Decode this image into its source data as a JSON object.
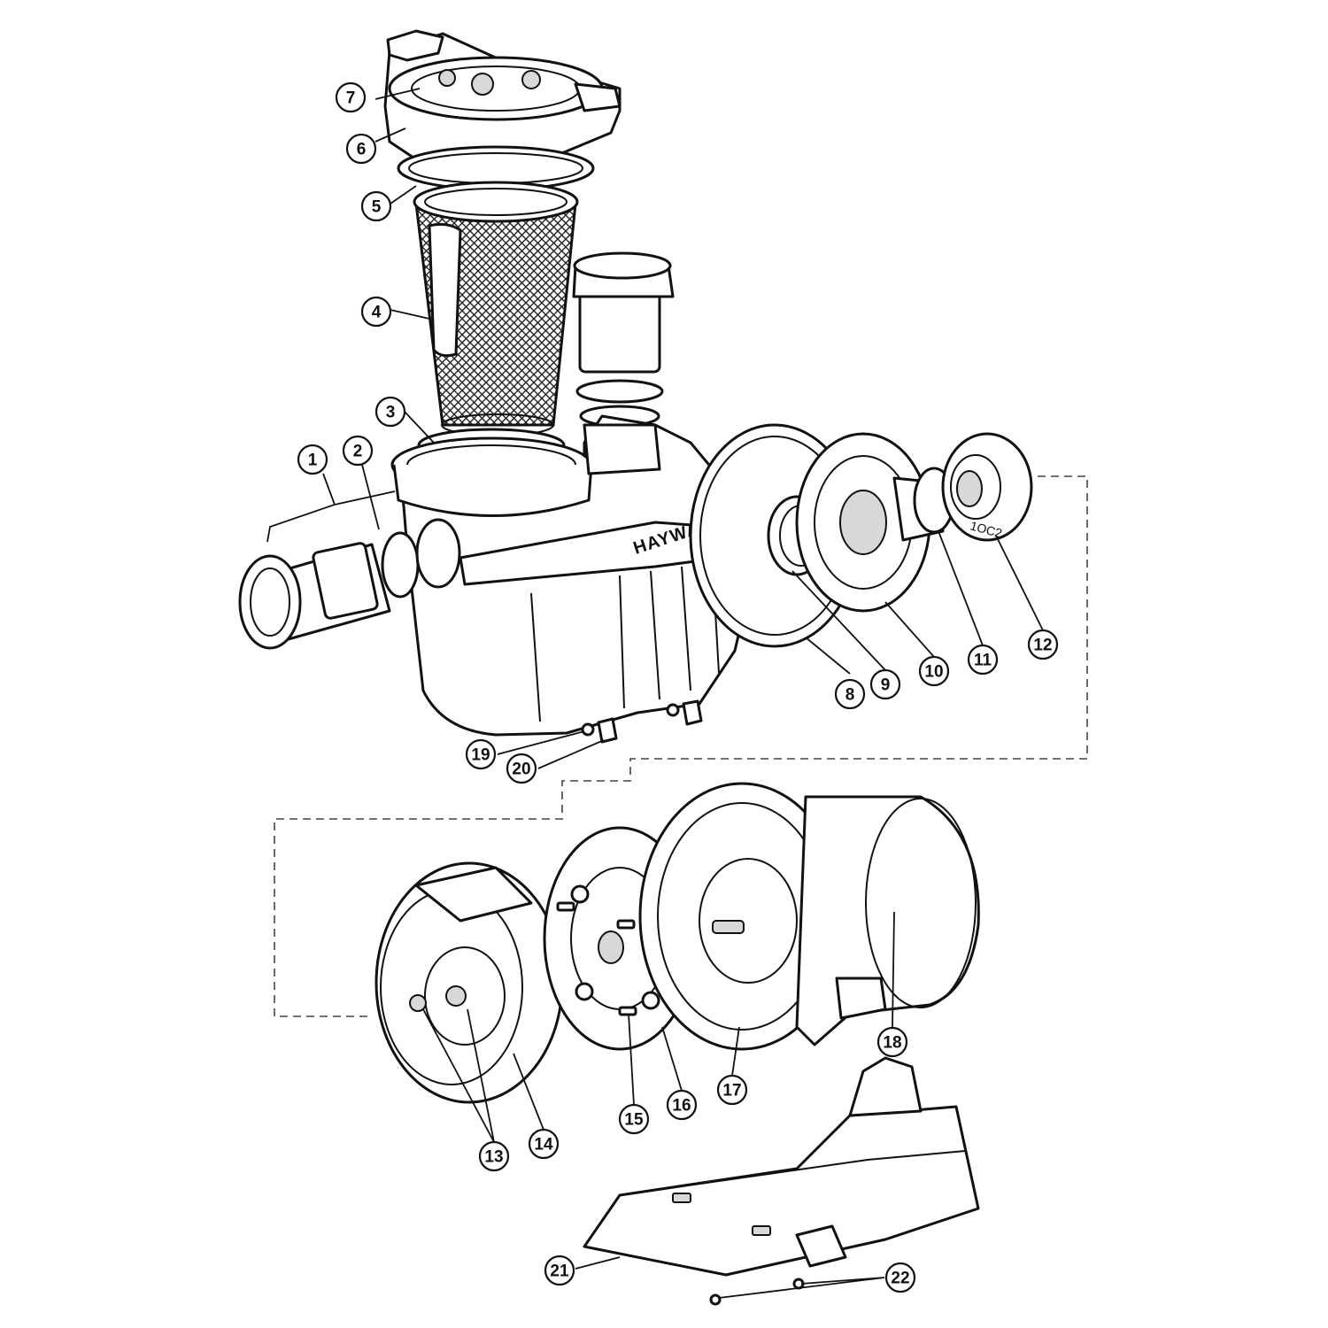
{
  "diagram": {
    "brand_text": "HAYWARD",
    "seal_mark": "1OC2",
    "callouts": [
      {
        "id": "c1",
        "label": "1"
      },
      {
        "id": "c2",
        "label": "2"
      },
      {
        "id": "c3",
        "label": "3"
      },
      {
        "id": "c4",
        "label": "4"
      },
      {
        "id": "c5",
        "label": "5"
      },
      {
        "id": "c6",
        "label": "6"
      },
      {
        "id": "c7",
        "label": "7"
      },
      {
        "id": "c8",
        "label": "8"
      },
      {
        "id": "c9",
        "label": "9"
      },
      {
        "id": "c10",
        "label": "10"
      },
      {
        "id": "c11",
        "label": "11"
      },
      {
        "id": "c12",
        "label": "12"
      },
      {
        "id": "c13",
        "label": "13"
      },
      {
        "id": "c14",
        "label": "14"
      },
      {
        "id": "c15",
        "label": "15"
      },
      {
        "id": "c16",
        "label": "16"
      },
      {
        "id": "c17",
        "label": "17"
      },
      {
        "id": "c18",
        "label": "18"
      },
      {
        "id": "c19",
        "label": "19"
      },
      {
        "id": "c20",
        "label": "20"
      },
      {
        "id": "c21",
        "label": "21"
      },
      {
        "id": "c22",
        "label": "22"
      }
    ]
  }
}
